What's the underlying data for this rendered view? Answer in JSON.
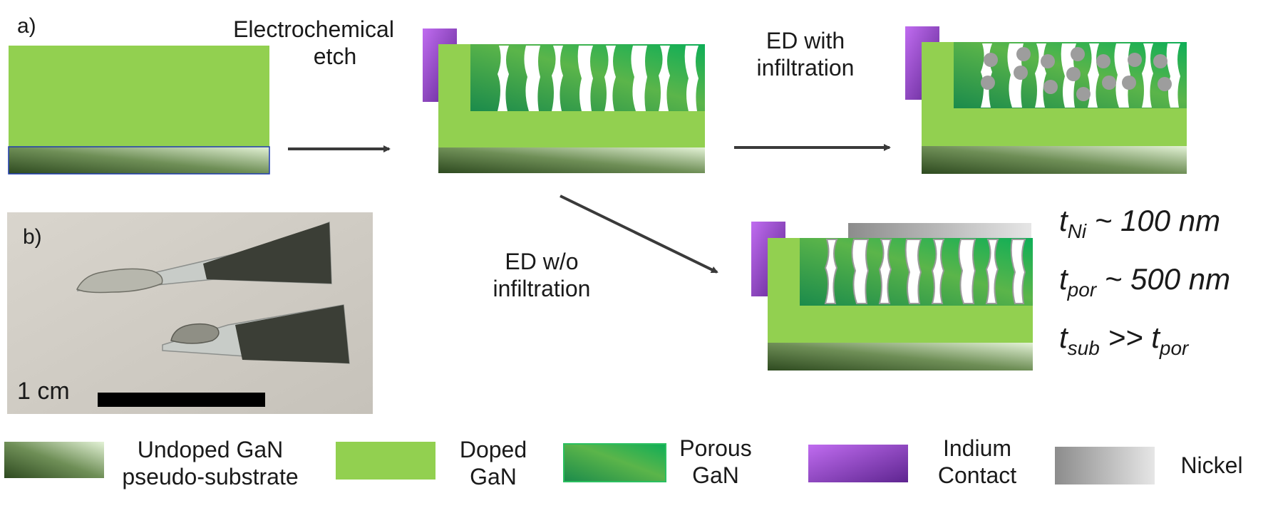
{
  "panels": {
    "a": "a)",
    "b": "b)"
  },
  "steps": {
    "etch": [
      "Electrochemical",
      "etch"
    ],
    "ed_with": [
      "ED with",
      "infiltration"
    ],
    "ed_without": [
      "ED w/o",
      "infiltration"
    ]
  },
  "thicknesses": [
    {
      "symbol": "t",
      "sub": "Ni",
      "rest": " ~ 100 nm"
    },
    {
      "symbol": "t",
      "sub": "por",
      "rest": " ~ 500 nm"
    },
    {
      "symbol": "t",
      "sub": "sub",
      "rest": " >> ",
      "symbol2": "t",
      "sub2": "por"
    }
  ],
  "scale_bar": "1 cm",
  "legend": [
    {
      "lines": [
        "Undoped GaN",
        "pseudo-substrate"
      ],
      "color": "#3d5a2c"
    },
    {
      "lines": [
        "Doped",
        "GaN"
      ],
      "color": "#92d050"
    },
    {
      "lines": [
        "Porous",
        "GaN"
      ],
      "color": "#1f9d55"
    },
    {
      "lines": [
        "Indium",
        "Contact"
      ],
      "color": "#8e3fc4"
    },
    {
      "lines": [
        "Nickel"
      ],
      "color": "#9a9a9a"
    }
  ],
  "colors": {
    "doped": "#92d050",
    "undoped_dark": "#344f25",
    "undoped_light": "#d8ecc8",
    "porous_dark": "#1e8a4a",
    "porous_mid": "#49b04a",
    "indium_light": "#b964e8",
    "indium_dark": "#6a2a9c",
    "nickel_light": "#cfcfcf",
    "nickel_dark": "#8a8a8a",
    "arrow": "#3a3a3a"
  }
}
